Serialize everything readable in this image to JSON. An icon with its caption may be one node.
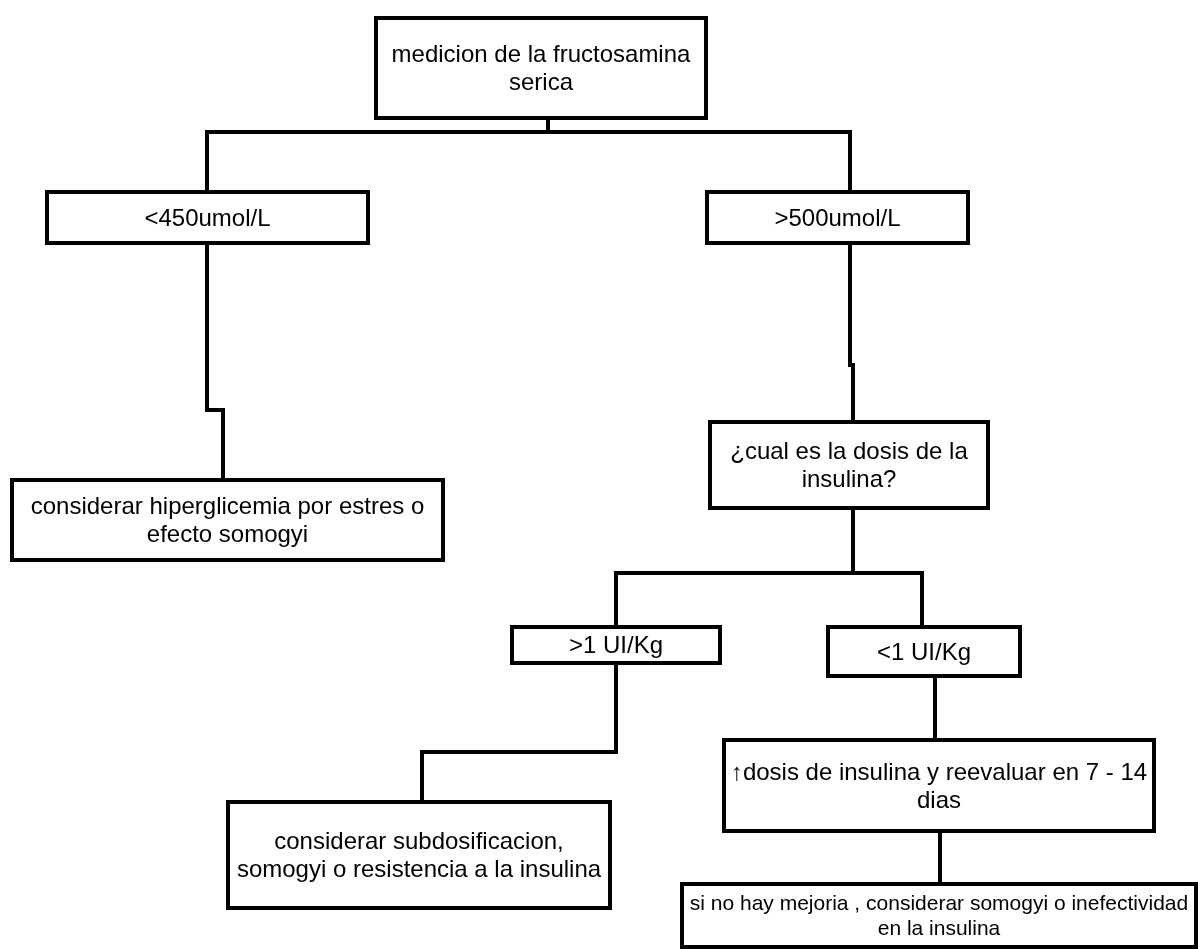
{
  "diagram": {
    "nodes": [
      {
        "text": [
          "medicion de la fructosamina serica"
        ]
      },
      {
        "text": [
          "<450umol/L"
        ]
      },
      {
        "text": [
          ">500umol/L"
        ]
      },
      {
        "text": [
          "considerar hiperglicemia por estres o efecto somogyi"
        ]
      },
      {
        "text": [
          "¿cual es la dosis de la insulina?"
        ]
      },
      {
        "text": [
          ">1 UI/Kg"
        ]
      },
      {
        "text": [
          "<1 UI/Kg"
        ]
      },
      {
        "text": [
          "considerar subdosificacion, somogyi o resistencia a la insulina"
        ]
      },
      {
        "text": [
          "↑dosis de insulina y reevaluar en 7 - 14 dias"
        ]
      },
      {
        "text": [
          "si no hay mejoria , considerar somogyi o inefectividad en la insulina"
        ]
      }
    ],
    "edges": [
      {
        "from": 0,
        "to": 1,
        "arrow": "none"
      },
      {
        "from": 0,
        "to": 2,
        "arrow": "none"
      },
      {
        "from": 1,
        "to": 3,
        "arrow": "none"
      },
      {
        "from": 2,
        "to": 4,
        "arrow": "none"
      },
      {
        "from": 4,
        "to": 5,
        "arrow": "none"
      },
      {
        "from": 4,
        "to": 6,
        "arrow": "none"
      },
      {
        "from": 5,
        "to": 7,
        "arrow": "none"
      },
      {
        "from": 6,
        "to": 8,
        "arrow": "none"
      },
      {
        "from": 8,
        "to": 9,
        "arrow": "none"
      }
    ]
  }
}
